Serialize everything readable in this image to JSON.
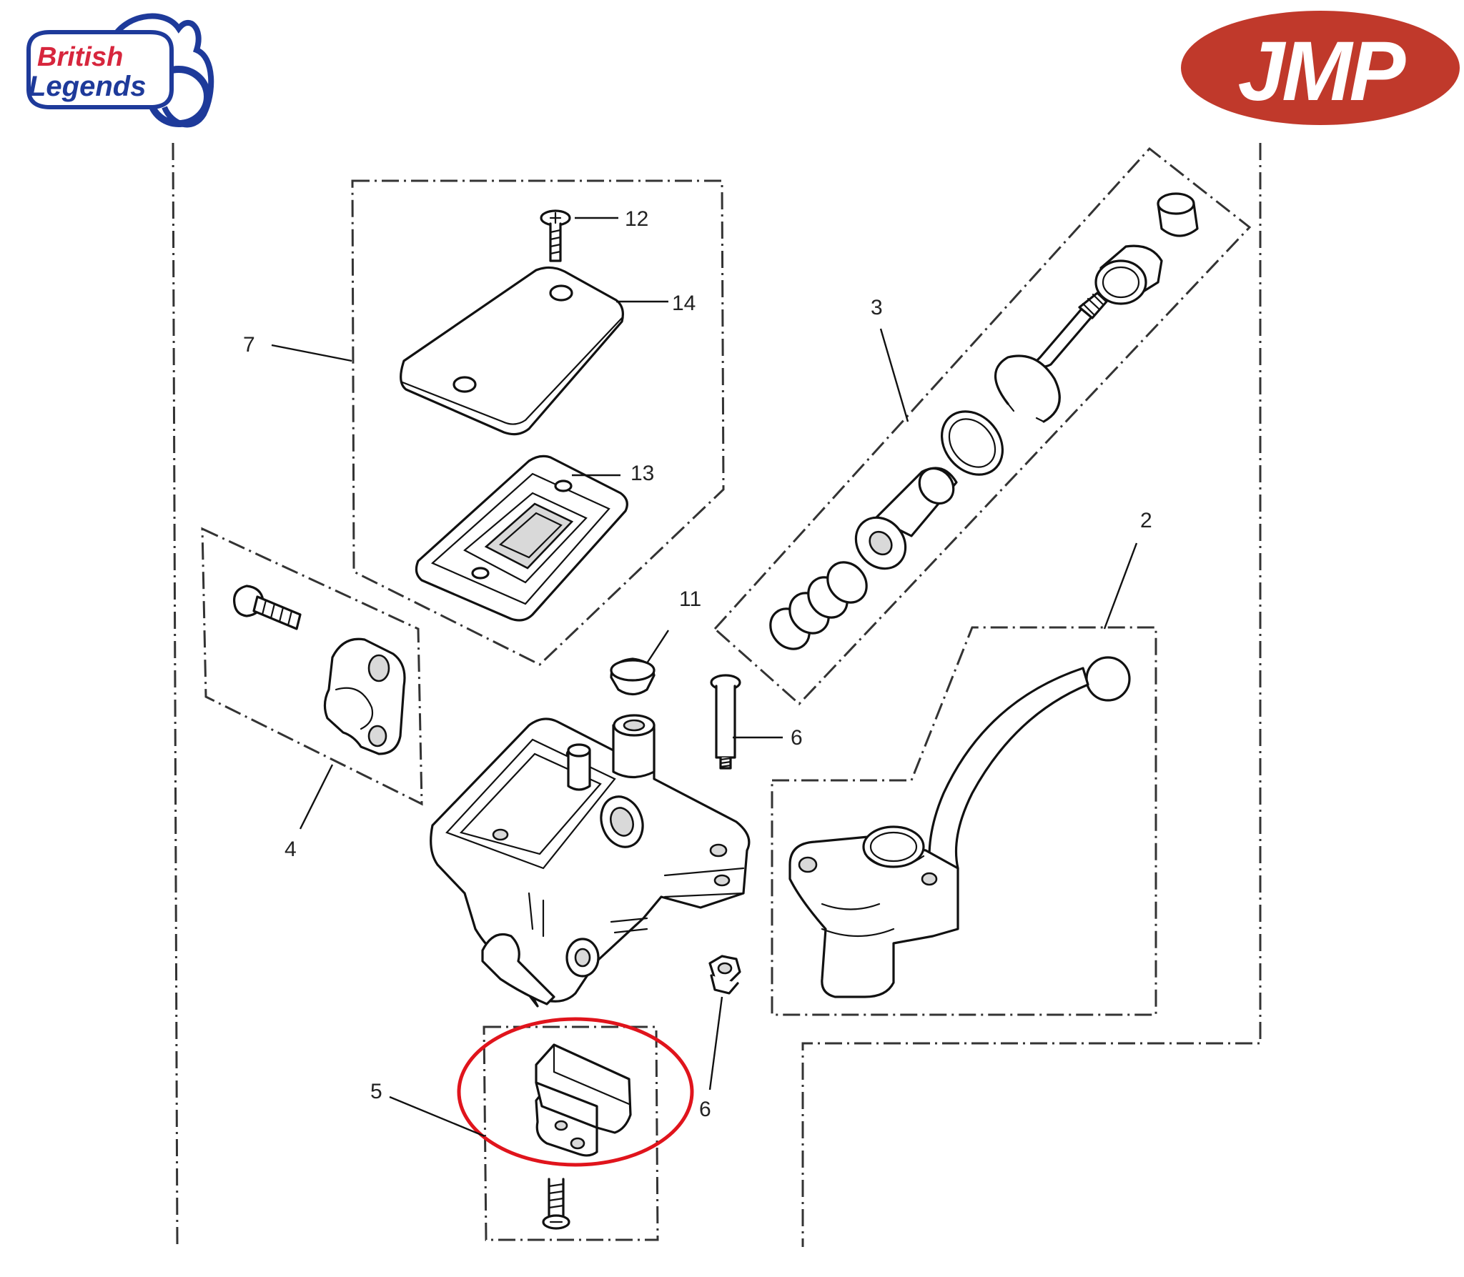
{
  "logos": {
    "british_legends": {
      "line1": "British",
      "line2": "Legends",
      "color": "#1e3a9a",
      "accent": "#d7263d"
    },
    "jmp": {
      "text": "JMP",
      "bg_color": "#c0392b",
      "text_color": "#ffffff"
    }
  },
  "callouts": {
    "c2": "2",
    "c3": "3",
    "c4": "4",
    "c5": "5",
    "c6a": "6",
    "c6b": "6",
    "c7": "7",
    "c11": "11",
    "c12": "12",
    "c13": "13",
    "c14": "14"
  },
  "highlight": {
    "part": "5",
    "color": "#e0141c"
  }
}
